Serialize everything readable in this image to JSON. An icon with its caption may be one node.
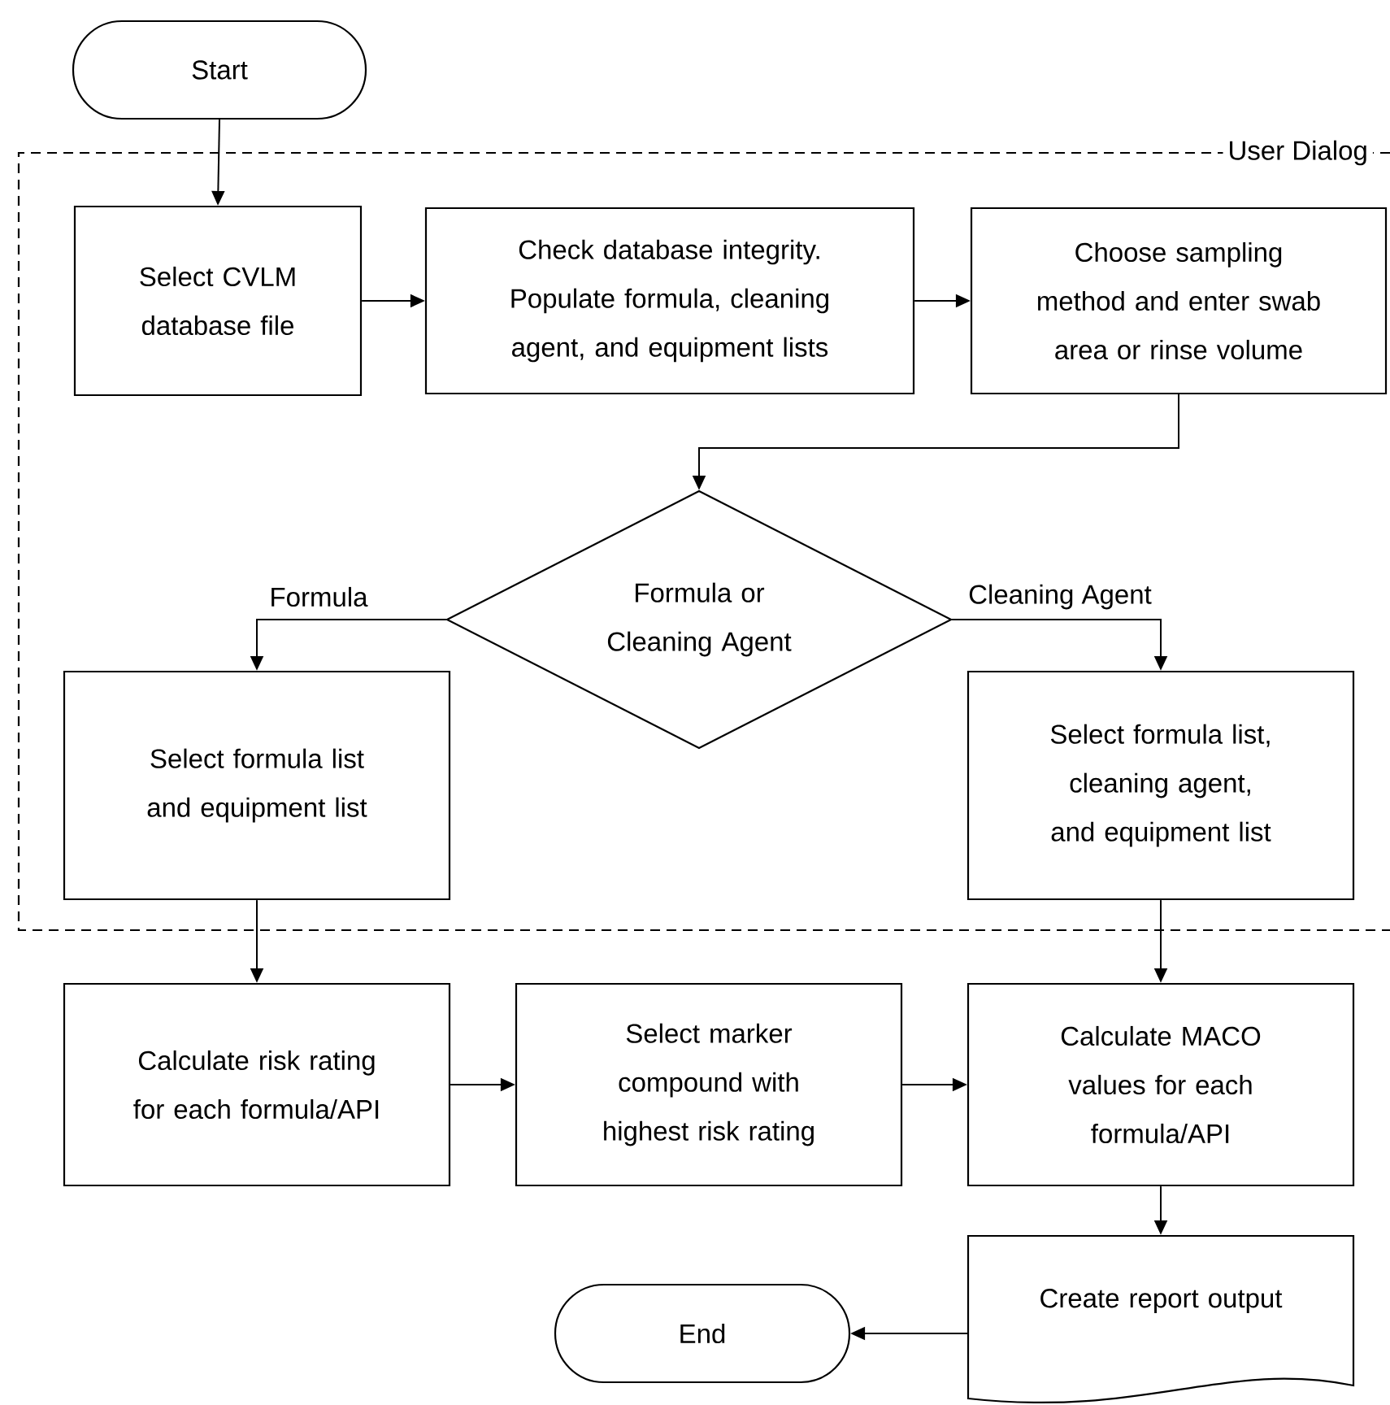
{
  "diagram": {
    "nodes": [
      {
        "text": [
          "Start"
        ]
      },
      {
        "text": [
          "User Dialog"
        ]
      },
      {
        "text": [
          "Select CVLM database file"
        ],
        "in": 1
      },
      {
        "text": [
          "Check database integrity. Populate formula, cleaning agent, and equipment lists"
        ],
        "in": 1
      },
      {
        "text": [
          "Choose sampling method and enter swab area or rinse volume"
        ],
        "in": 1
      },
      {
        "text": [
          "Formula or Cleaning Agent"
        ],
        "in": 1
      },
      {
        "text": [
          "Select formula list and equipment list"
        ],
        "in": 1
      },
      {
        "text": [
          "Select formula list, cleaning agent, and equipment list"
        ],
        "in": 1
      },
      {
        "text": [
          "Calculate risk rating for each formula/API"
        ]
      },
      {
        "text": [
          "Select marker compound with highest risk rating"
        ]
      },
      {
        "text": [
          "Calculate MACO values for each formula/API"
        ]
      },
      {
        "text": [
          "Create report output"
        ]
      },
      {
        "text": [
          "End"
        ]
      }
    ],
    "edges": [
      {
        "from": 0,
        "to": 2,
        "arrow": "to"
      },
      {
        "from": 2,
        "to": 3,
        "arrow": "to"
      },
      {
        "from": 3,
        "to": 4,
        "arrow": "to"
      },
      {
        "from": 4,
        "to": 5,
        "arrow": "to"
      },
      {
        "from": 5,
        "to": 6,
        "arrow": "to",
        "label": "Formula"
      },
      {
        "from": 5,
        "to": 7,
        "arrow": "to",
        "label": "Cleaning Agent"
      },
      {
        "from": 6,
        "to": 8,
        "arrow": "to"
      },
      {
        "from": 7,
        "to": 10,
        "arrow": "to"
      },
      {
        "from": 8,
        "to": 9,
        "arrow": "to"
      },
      {
        "from": 9,
        "to": 10,
        "arrow": "to"
      },
      {
        "from": 10,
        "to": 11,
        "arrow": "to"
      },
      {
        "from": 11,
        "to": 12,
        "arrow": "to"
      }
    ]
  }
}
